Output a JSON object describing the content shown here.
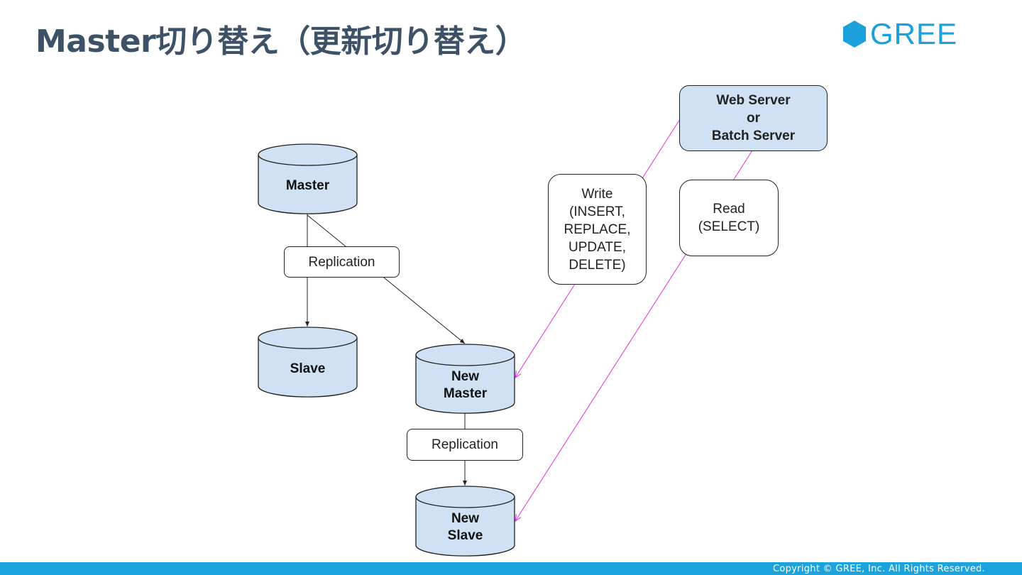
{
  "slide": {
    "title": "Master切り替え（更新切り替え）",
    "logo": {
      "icon": "hexagon-icon",
      "text": "GREE",
      "color": "#1aa0db"
    },
    "footer": {
      "copyright": "Copyright © GREE, Inc. All Rights Reserved.",
      "color": "#1aa3dc"
    }
  },
  "diagram": {
    "nodes": {
      "master": "Master",
      "slave": "Slave",
      "new_master": [
        "New",
        "Master"
      ],
      "new_slave": [
        "New",
        "Slave"
      ],
      "server": [
        "Web Server",
        "or",
        "Batch Server"
      ],
      "replication_1": "Replication",
      "replication_2": "Replication",
      "write": [
        "Write",
        "(INSERT,",
        "REPLACE,",
        "UPDATE,",
        "DELETE)"
      ],
      "read": [
        "Read",
        "(SELECT)"
      ]
    },
    "colors": {
      "cylinder_fill": "#cfe1f3",
      "arrow_black": "#222222",
      "arrow_magenta": "#e040e0"
    }
  }
}
